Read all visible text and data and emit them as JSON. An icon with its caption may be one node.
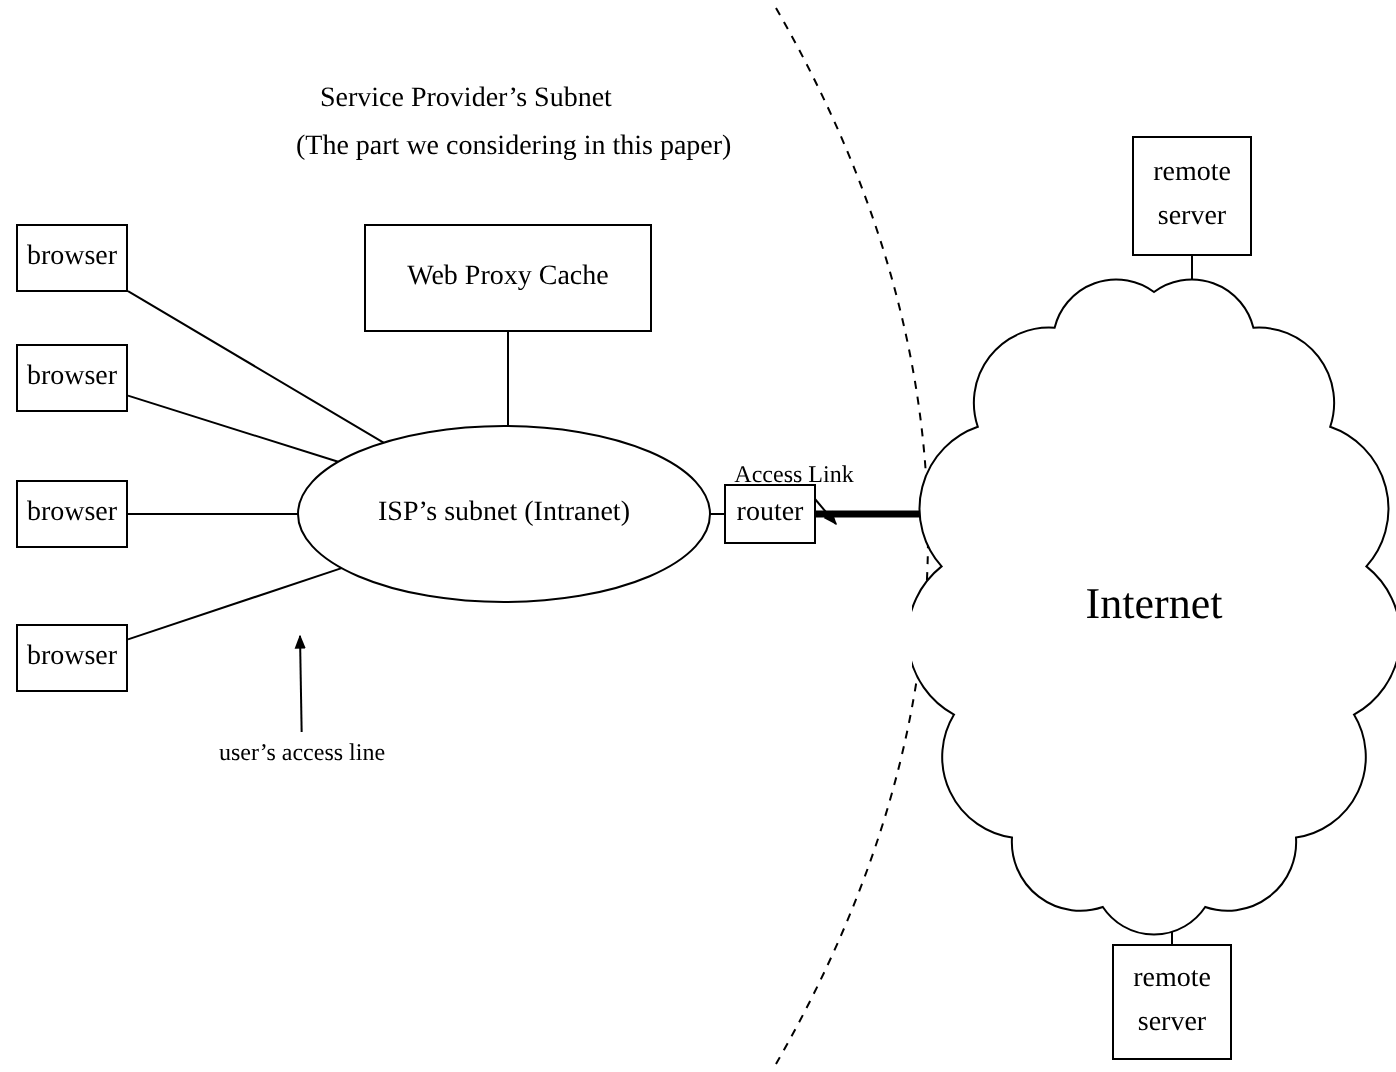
{
  "diagram": {
    "nodes": [
      {
        "text": [
          "browser"
        ]
      },
      {
        "text": [
          "browser"
        ]
      },
      {
        "text": [
          "browser"
        ]
      },
      {
        "text": [
          "browser"
        ]
      },
      {
        "text": [
          "Web Proxy Cache"
        ]
      },
      {
        "text": [
          "ISP’s subnet (Intranet)"
        ]
      },
      {
        "text": [
          "router"
        ]
      },
      {
        "text": [
          "Internet"
        ]
      },
      {
        "text": [
          "remote server"
        ]
      },
      {
        "text": [
          "remote server"
        ]
      },
      {
        "text": [
          "Access Link"
        ]
      },
      {
        "text": [
          "user’s access line"
        ]
      }
    ],
    "edges": [
      {
        "from": 0,
        "to": 5,
        "arrow": "none"
      },
      {
        "from": 1,
        "to": 5,
        "arrow": "none"
      },
      {
        "from": 2,
        "to": 5,
        "arrow": "none"
      },
      {
        "from": 3,
        "to": 5,
        "arrow": "none"
      },
      {
        "from": 4,
        "to": 5,
        "arrow": "none"
      },
      {
        "from": 5,
        "to": 6,
        "arrow": "none"
      },
      {
        "from": 6,
        "to": 7,
        "arrow": "none",
        "style": "thick"
      },
      {
        "from": 8,
        "to": 7,
        "arrow": "none"
      },
      {
        "from": 9,
        "to": 7,
        "arrow": "none"
      },
      {
        "from": 10,
        "to": null,
        "arrow": "to"
      },
      {
        "from": 11,
        "to": null,
        "arrow": "to"
      }
    ],
    "labels": [
      "Service Provider’s Subnet",
      "(The part we considering in this paper)"
    ]
  }
}
